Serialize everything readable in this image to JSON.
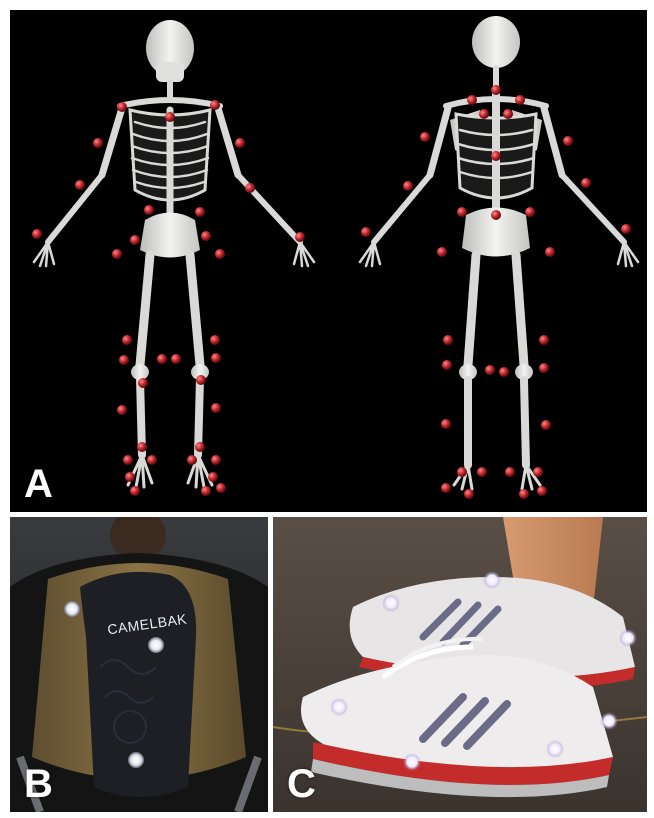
{
  "figure": {
    "panels": [
      {
        "id": "A",
        "label": "A",
        "content": "skeleton-front-and-back-with-marker-spheres"
      },
      {
        "id": "B",
        "label": "B",
        "content": "backpack-with-reflective-markers",
        "brand_text": "CAMELBAK"
      },
      {
        "id": "C",
        "label": "C",
        "content": "running-shoes-with-reflective-markers"
      }
    ],
    "colors": {
      "marker": "#c0272d",
      "bone": "#e8e8e6",
      "background": "#000000",
      "reflective_marker": "#f4f0ff"
    }
  }
}
